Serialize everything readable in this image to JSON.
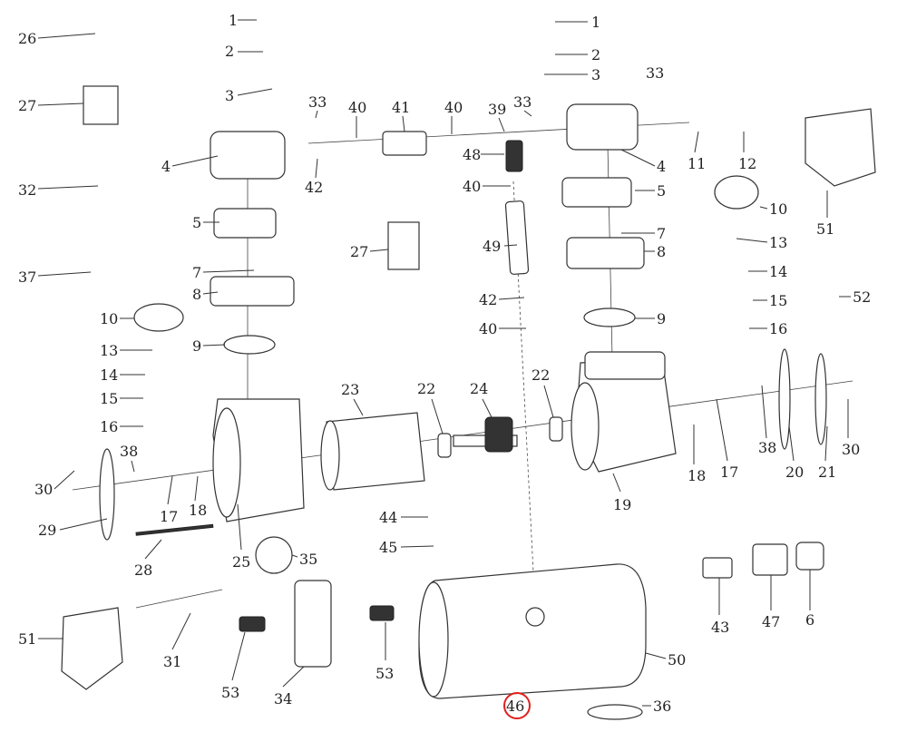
{
  "title": "Air compressor exploded parts diagram",
  "highlight_color": "#e0201c",
  "highlighted_part": "46",
  "labels": [
    "1",
    "2",
    "3",
    "26",
    "27",
    "4",
    "33",
    "40",
    "41",
    "40",
    "39",
    "33",
    "1",
    "2",
    "3",
    "33",
    "48",
    "42",
    "32",
    "40",
    "4",
    "11",
    "12",
    "51",
    "5",
    "5",
    "10",
    "27",
    "49",
    "7",
    "8",
    "13",
    "37",
    "7",
    "8",
    "42",
    "14",
    "15",
    "52",
    "10",
    "9",
    "40",
    "16",
    "9",
    "13",
    "14",
    "15",
    "23",
    "22",
    "24",
    "22",
    "16",
    "38",
    "30",
    "38",
    "30",
    "19",
    "18",
    "17",
    "20",
    "21",
    "29",
    "17",
    "18",
    "25",
    "44",
    "45",
    "35",
    "28",
    "31",
    "51",
    "53",
    "34",
    "53",
    "50",
    "43",
    "47",
    "6",
    "46",
    "36"
  ]
}
